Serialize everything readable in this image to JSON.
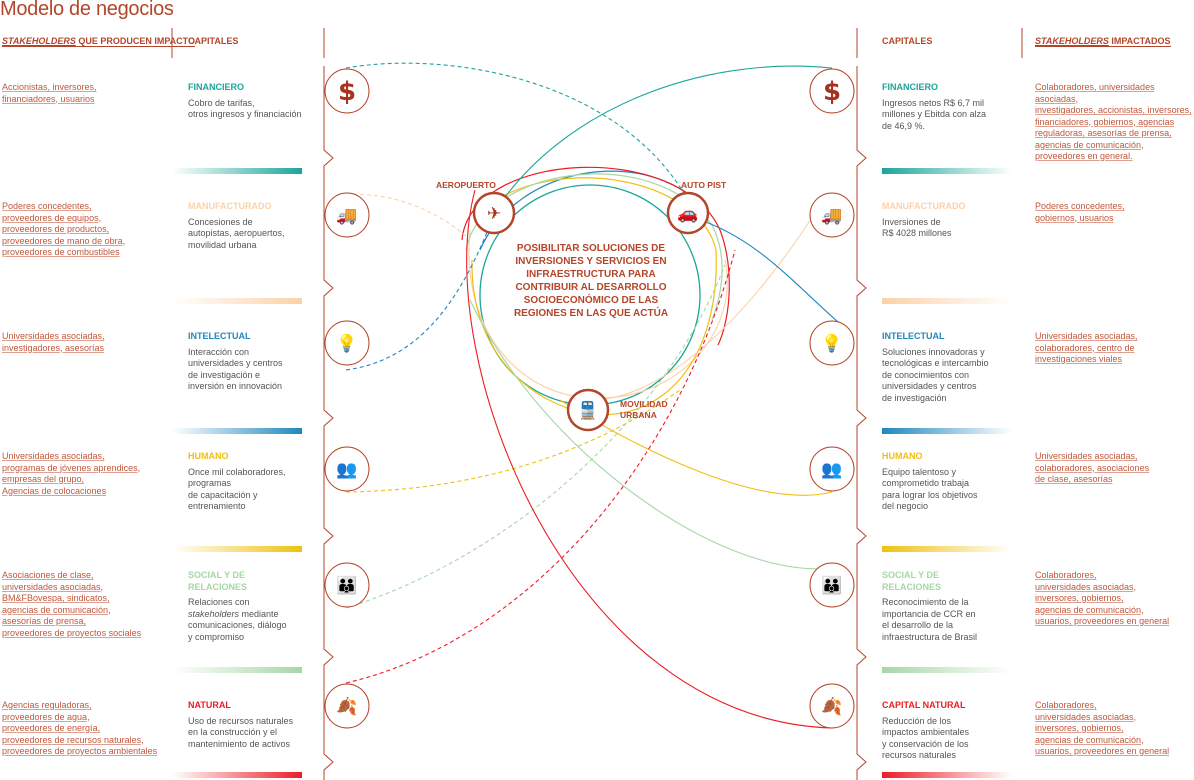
{
  "title": "Modelo de negocios",
  "colors": {
    "brand": "#b5452a",
    "financiero": "#1aa69a",
    "manufacturado": "#fdd1a8",
    "intelectual": "#1f87c0",
    "humano": "#f0c010",
    "social": "#a6d7a6",
    "natural": "#ed1c24"
  },
  "headers": {
    "left_stakeholders_em": "STAKEHOLDERS",
    "left_stakeholders_rest": " QUE PRODUCEN IMPACTO",
    "left_capitales": "CAPITALES",
    "right_capitales": "CAPITALES",
    "right_stakeholders_em": "STAKEHOLDERS",
    "right_stakeholders_rest": "  IMPACTADOS"
  },
  "center": {
    "mission": "POSIBILITAR SOLUCIONES DE INVERSIONES Y SERVICIOS EN INFRAESTRUCTURA PARA CONTRIBUIR AL DESARROLLO SOCIOECONÓMICO DE LAS REGIONES EN LAS QUE ACTÚA",
    "aeropuerto": "AEROPUERTO",
    "autopist": "AUTO PIST",
    "movilidad1": "MOVILIDAD",
    "movilidad2": "URBANA",
    "icons": [
      "airplane-icon",
      "car-icon",
      "train-icon"
    ]
  },
  "rows": [
    {
      "key": "financiero",
      "icon": "dollar-icon",
      "left_stakeholders": [
        "Accionistas, inversores,",
        "financiadores, usuarios"
      ],
      "left_title": "FINANCIERO",
      "left_desc": "Cobro de tarifas,\notros ingresos y financiación",
      "right_title": "FINANCIERO",
      "right_desc": "Ingresos netos R$ 6,7 mil\nmillones y Ebitda con alza\nde 46,9 %.",
      "right_stakeholders": [
        "Colaboradores, universidades asociadas,",
        "investigadores, accionistas, inversores,",
        "financiadores, gobiernos, agencias",
        "reguladoras, asesorías de prensa,",
        "agencias de comunicación,",
        "proveedores en general."
      ]
    },
    {
      "key": "manufacturado",
      "icon": "truck-icon",
      "left_stakeholders": [
        "Poderes concedentes,",
        "proveedores de equipos,",
        "proveedores de productos,",
        "proveedores de mano de obra,",
        "proveedores de combustibles"
      ],
      "left_title": "MANUFACTURADO",
      "left_desc": "Concesiones de\nautopistas, aeropuertos,\nmovilidad urbana",
      "right_title": "MANUFACTURADO",
      "right_desc": "Inversiones de\nR$ 4028 millones",
      "right_stakeholders": [
        "Poderes concedentes,",
        "gobiernos, usuarios"
      ]
    },
    {
      "key": "intelectual",
      "icon": "lightbulb-icon",
      "left_stakeholders": [
        "Universidades asociadas,",
        "investigadores, asesorías"
      ],
      "left_title": "INTELECTUAL",
      "left_desc": "Interacción con\nuniversidades y centros\nde investigación e\ninversión en innovación",
      "right_title": "INTELECTUAL",
      "right_desc": "Soluciones innovadoras y\ntecnológicas e intercambio\nde conocimientos con\nuniversidades y centros\nde investigación",
      "right_stakeholders": [
        "Universidades asociadas,",
        "colaboradores, centro de",
        "investigaciones viales"
      ]
    },
    {
      "key": "humano",
      "icon": "people-pair-icon",
      "left_stakeholders": [
        "Universidades asociadas,",
        "programas de jóvenes aprendices,",
        "empresas del grupo,",
        "Agencias de colocaciones"
      ],
      "left_title": "HUMANO",
      "left_desc": "Once mil colaboradores,\nprogramas\nde capacitación y\nentrenamiento",
      "right_title": "HUMANO",
      "right_desc": "Equipo talentoso y\ncomprometido trabaja\npara lograr los objetivos\ndel negocio",
      "right_stakeholders": [
        "Universidades asociadas,",
        "colaboradores, asociaciones",
        "de clase, asesorías"
      ]
    },
    {
      "key": "social",
      "icon": "group-icon",
      "left_stakeholders": [
        "Asociaciones de clase,",
        "universidades asociadas,",
        "BM&FBovespa, sindicatos,",
        "agencias de comunicación,",
        "asesorías de prensa,",
        "proveedores de proyectos sociales"
      ],
      "left_title": "SOCIAL Y DE\nRELACIONES",
      "left_desc_pre": "Relaciones con\n",
      "left_desc_em": "stakeholders",
      "left_desc": " mediante\ncomunicaciones, diálogo\ny compromiso",
      "right_title": "SOCIAL Y DE\nRELACIONES",
      "right_desc": "Reconocimiento de la\nimportancia de CCR en\nel desarrollo de la\ninfraestructura de Brasil",
      "right_stakeholders": [
        "Colaboradores,",
        "universidades asociadas,",
        "inversores, gobiernos,",
        "agencias de comunicación,",
        "usuarios, proveedores en general"
      ]
    },
    {
      "key": "natural",
      "icon": "leaf-icon",
      "left_stakeholders": [
        "Agencias reguladoras,",
        "proveedores de agua,",
        "proveedores de energía,",
        "proveedores de recursos naturales,",
        "proveedores de proyectos ambientales"
      ],
      "left_title": "NATURAL",
      "left_desc": "Uso de recursos naturales\nen la construcción y el\nmantenimiento de activos",
      "right_title": "CAPITAL NATURAL",
      "right_desc": "Reducción de los\nimpactos ambientales\ny conservación de los\nrecursos naturales",
      "right_stakeholders": [
        "Colaboradores,",
        "universidades asociadas,",
        "inversores, gobiernos,",
        "agencias de comunicación,",
        "usuarios, proveedores en general"
      ]
    }
  ]
}
